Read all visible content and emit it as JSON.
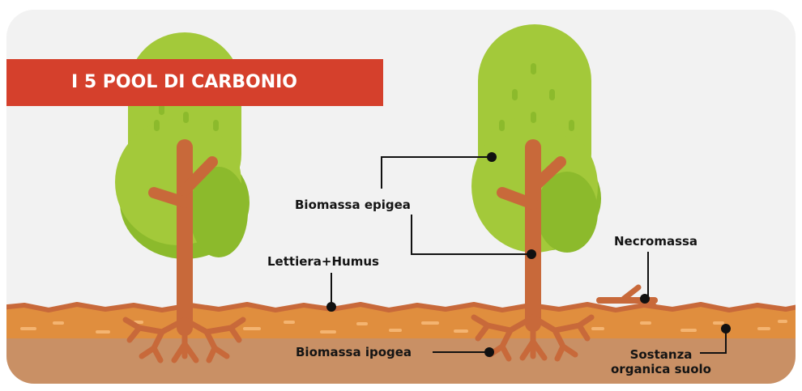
{
  "title": "I 5 POOL DI CARBONIO",
  "labels": {
    "biomassa_epigea": "Biomassa epigea",
    "lettiera_humus": "Lettiera+Humus",
    "necromassa": "Necromassa",
    "biomassa_ipogea": "Biomassa ipogea",
    "sostanza_line1": "Sostanza",
    "sostanza_line2": "organica suolo"
  },
  "colors": {
    "background": "#f2f2f2",
    "banner": "#d5402c",
    "foliage_light": "#a3c93a",
    "foliage_dark": "#8cba2c",
    "trunk": "#c8693a",
    "topsoil": "#e08e3e",
    "subsoil": "#c99065",
    "leader": "#111111"
  }
}
